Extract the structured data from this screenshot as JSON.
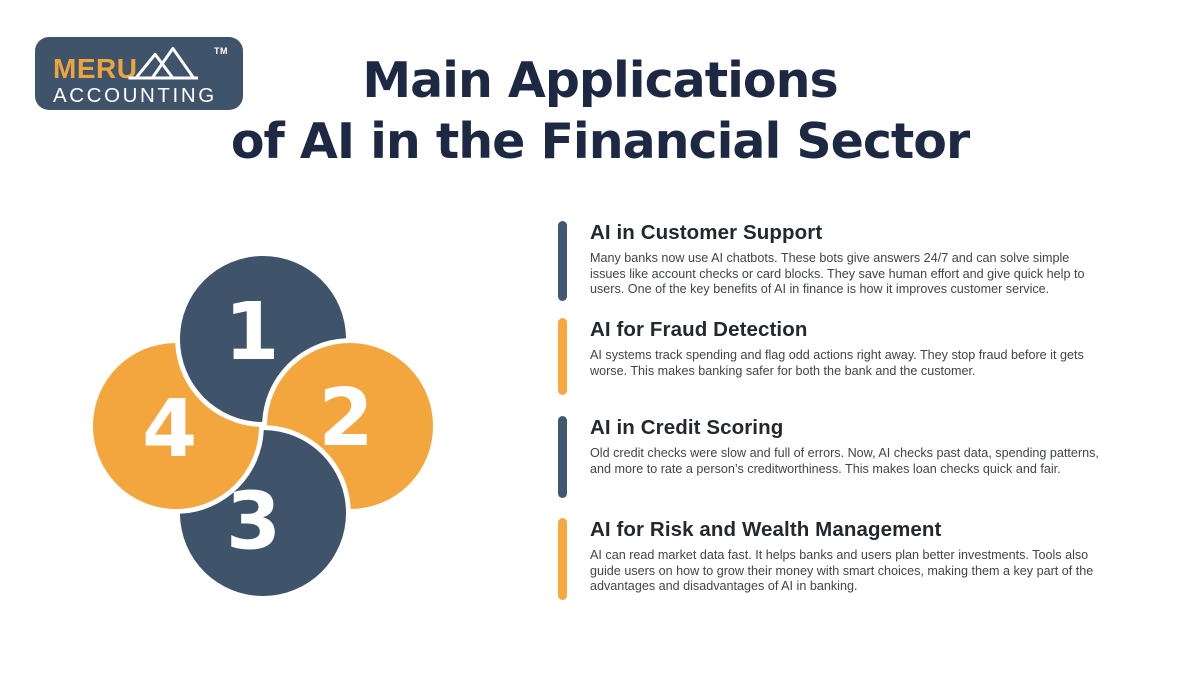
{
  "logo": {
    "brand_top": "MERU",
    "brand_bottom": "ACCOUNTING",
    "trademark": "TM",
    "bg_color": "#3f536b",
    "brand_top_color": "#eda43e",
    "icon": "mountain-peaks-icon"
  },
  "title": {
    "line1": "Main Applications",
    "line2": "of AI in the Financial Sector",
    "color": "#1d2843"
  },
  "diagram": {
    "description": "four overlapping numbered circles pinwheel",
    "segments": [
      {
        "number": "1",
        "fill": "#3f536b"
      },
      {
        "number": "2",
        "fill": "#f3a63d"
      },
      {
        "number": "3",
        "fill": "#3f536b"
      },
      {
        "number": "4",
        "fill": "#f3a63d"
      }
    ],
    "number_color": "#ffffff"
  },
  "sections": [
    {
      "title": "AI in Customer Support",
      "body": "Many banks now use AI chatbots. These bots give answers 24/7 and can solve simple issues like account checks or card blocks. They save human effort and give quick help to users. One of the key benefits of AI in finance is how it improves customer service.",
      "accent": "#42586f"
    },
    {
      "title": "AI for Fraud Detection",
      "body": "AI systems track spending and flag odd actions right away. They stop fraud before it gets worse. This makes banking safer for both the bank and the customer.",
      "accent": "#f5a93f"
    },
    {
      "title": "AI in Credit Scoring",
      "body": "Old credit checks were slow and full of errors. Now, AI checks past data, spending patterns, and more to rate a person’s creditworthiness. This makes loan checks quick and fair.",
      "accent": "#42586f"
    },
    {
      "title": "AI for Risk and Wealth Management",
      "body": "AI can read market data fast. It helps banks and users plan better investments. Tools also guide users on how to grow their money with smart choices, making them a key part of the advantages and disadvantages of AI in banking.",
      "accent": "#f5a93f"
    }
  ]
}
